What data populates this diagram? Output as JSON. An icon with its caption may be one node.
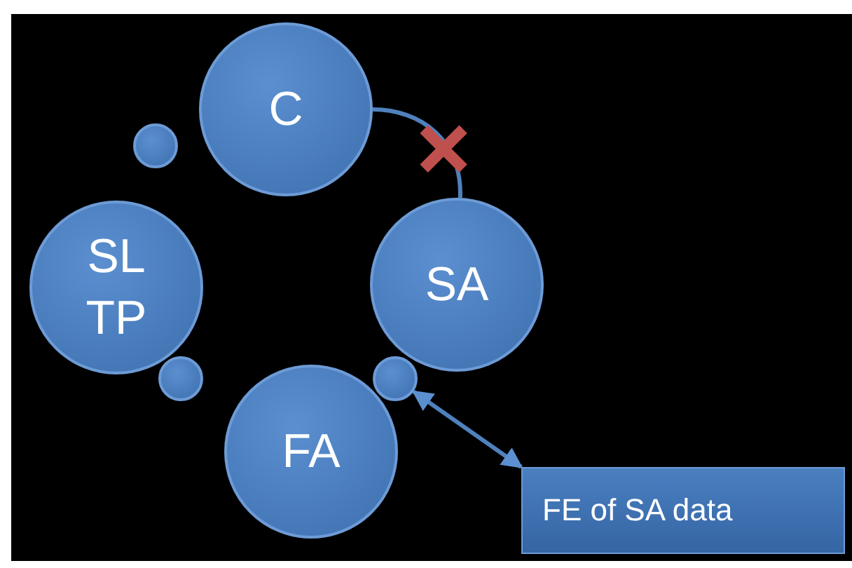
{
  "diagram": {
    "nodes": [
      {
        "text": [
          "C"
        ]
      },
      {
        "text": [],
        "shape": "circle"
      },
      {
        "text": [
          "SL TP"
        ]
      },
      {
        "text": [
          "SA"
        ]
      },
      {
        "text": [],
        "shape": "circle"
      },
      {
        "text": [],
        "shape": "circle"
      },
      {
        "text": [
          "FA"
        ]
      },
      {
        "text": [
          "FE of SA data"
        ]
      }
    ],
    "edges": [
      {
        "from": 0,
        "to": 3,
        "arrow": "none"
      },
      {
        "from": 5,
        "to": 7,
        "arrow": "both"
      }
    ]
  }
}
